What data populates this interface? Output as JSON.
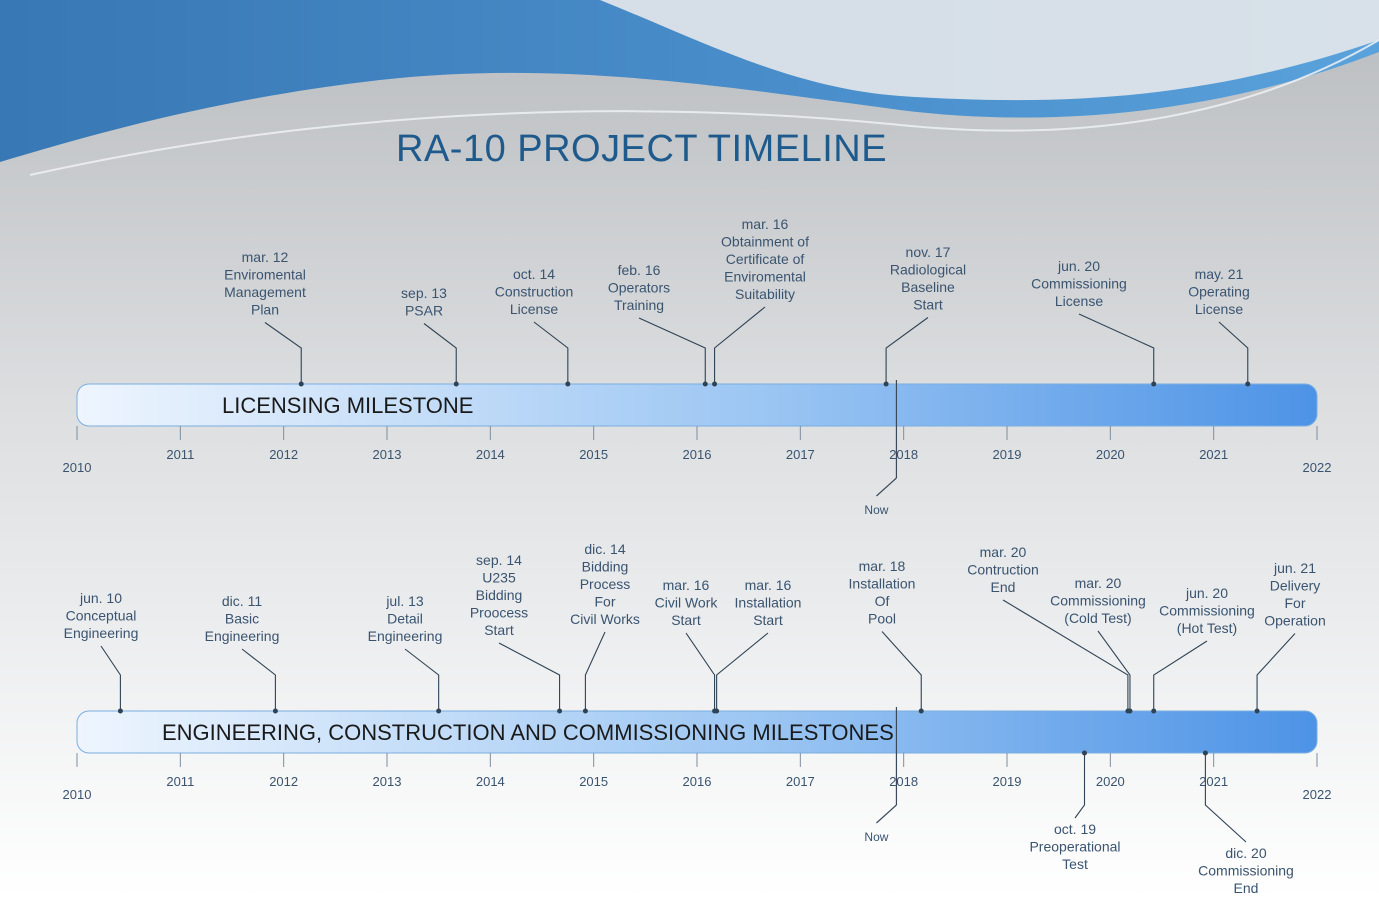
{
  "title": "RA-10 PROJECT TIMELINE",
  "colors": {
    "title": "#1f5a8c",
    "wave": "#3f84bf",
    "bar_start": "#eaf3fd",
    "bar_end": "#4f95e8",
    "text": "#3a5470"
  },
  "axis_start_year": 2010,
  "axis_end_year": 2022,
  "now_label": "Now",
  "now_value": 2017.93,
  "timelines": [
    {
      "key": "licensing",
      "bar_label": "LICENSING MILESTONE",
      "year_labels": [
        "2010",
        "2011",
        "2012",
        "2013",
        "2014",
        "2015",
        "2016",
        "2017",
        "2018",
        "2019",
        "2020",
        "2021",
        "2022"
      ],
      "milestones": [
        {
          "date": 2012.17,
          "lines": [
            "mar. 12",
            "Enviromental",
            "Management",
            "Plan"
          ],
          "side": "above"
        },
        {
          "date": 2013.67,
          "lines": [
            "sep. 13",
            "PSAR"
          ],
          "side": "above"
        },
        {
          "date": 2014.75,
          "lines": [
            "oct. 14",
            "Construction",
            "License"
          ],
          "side": "above"
        },
        {
          "date": 2016.08,
          "lines": [
            "feb. 16",
            "Operators",
            "Training"
          ],
          "side": "above"
        },
        {
          "date": 2016.17,
          "lines": [
            "mar. 16",
            "Obtainment of",
            "Certificate of",
            "Enviromental",
            "Suitability"
          ],
          "side": "above"
        },
        {
          "date": 2017.83,
          "lines": [
            "nov. 17",
            "Radiological",
            "Baseline",
            "Start"
          ],
          "side": "above"
        },
        {
          "date": 2020.42,
          "lines": [
            "jun. 20",
            "Commissioning",
            "License"
          ],
          "side": "above"
        },
        {
          "date": 2021.33,
          "lines": [
            "may. 21",
            "Operating",
            "License"
          ],
          "side": "above"
        }
      ]
    },
    {
      "key": "engineering",
      "bar_label": "ENGINEERING, CONSTRUCTION AND COMMISSIONING MILESTONES",
      "year_labels": [
        "2010",
        "2011",
        "2012",
        "2013",
        "2014",
        "2015",
        "2016",
        "2017",
        "2018",
        "2019",
        "2020",
        "2021",
        "2022"
      ],
      "milestones": [
        {
          "date": 2010.42,
          "lines": [
            "jun. 10",
            "Conceptual",
            "Engineering"
          ],
          "side": "above"
        },
        {
          "date": 2011.92,
          "lines": [
            "dic. 11",
            "Basic",
            "Engineering"
          ],
          "side": "above"
        },
        {
          "date": 2013.5,
          "lines": [
            "jul. 13",
            "Detail",
            "Engineering"
          ],
          "side": "above"
        },
        {
          "date": 2014.67,
          "lines": [
            "sep. 14",
            "U235",
            "Bidding",
            "Proocess",
            "Start"
          ],
          "side": "above"
        },
        {
          "date": 2014.92,
          "lines": [
            "dic. 14",
            "Bidding",
            "Process",
            "For",
            "Civil Works"
          ],
          "side": "above"
        },
        {
          "date": 2016.17,
          "lines": [
            "mar. 16",
            "Civil Work",
            "Start"
          ],
          "side": "above"
        },
        {
          "date": 2016.19,
          "lines": [
            "mar. 16",
            "Installation",
            "Start"
          ],
          "side": "above"
        },
        {
          "date": 2018.17,
          "lines": [
            "mar. 18",
            "Installation",
            "Of",
            "Pool"
          ],
          "side": "above"
        },
        {
          "date": 2020.17,
          "lines": [
            "mar. 20",
            "Contruction",
            "End"
          ],
          "side": "above"
        },
        {
          "date": 2020.19,
          "lines": [
            "mar. 20",
            "Commissioning",
            "(Cold Test)"
          ],
          "side": "above"
        },
        {
          "date": 2020.42,
          "lines": [
            "jun. 20",
            "Commissioning",
            "(Hot Test)"
          ],
          "side": "above"
        },
        {
          "date": 2021.42,
          "lines": [
            "jun. 21",
            "Delivery",
            "For",
            "Operation"
          ],
          "side": "above"
        },
        {
          "date": 2019.75,
          "lines": [
            "oct. 19",
            "Preoperational",
            "Test"
          ],
          "side": "below"
        },
        {
          "date": 2020.92,
          "lines": [
            "dic. 20",
            "Commissioning",
            "End"
          ],
          "side": "below"
        }
      ]
    }
  ]
}
